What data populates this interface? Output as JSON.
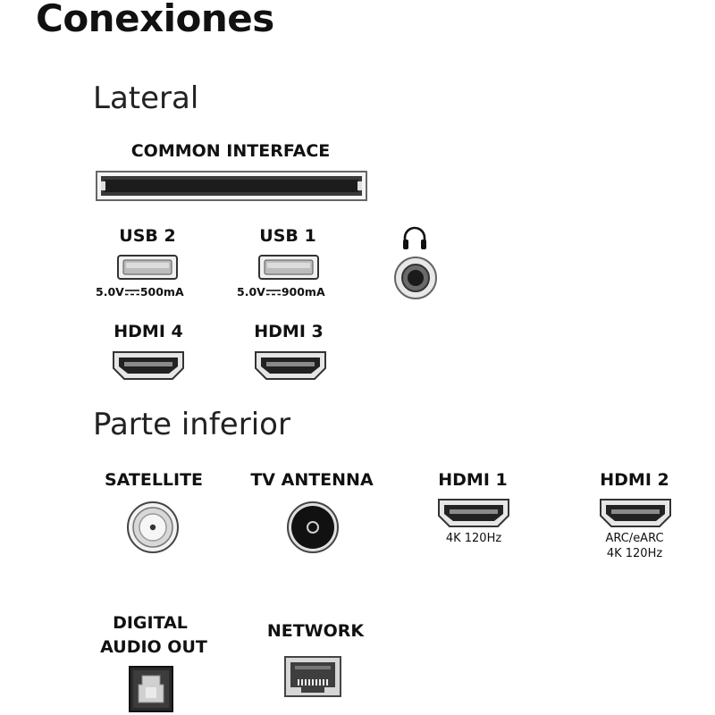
{
  "title": "Conexiones",
  "sections": {
    "lateral": "Lateral",
    "bottom": "Parte inferior"
  },
  "ports": {
    "common_interface": "COMMON INTERFACE",
    "usb2": {
      "label": "USB 2",
      "rating_prefix": "5.0V",
      "rating_suffix": "500mA"
    },
    "usb1": {
      "label": "USB 1",
      "rating_prefix": "5.0V",
      "rating_suffix": "900mA"
    },
    "hdmi4": "HDMI 4",
    "hdmi3": "HDMI 3",
    "satellite": "SATELLITE",
    "tv_antenna": "TV ANTENNA",
    "hdmi1": {
      "label": "HDMI 1",
      "note": "4K 120Hz"
    },
    "hdmi2": {
      "label": "HDMI 2",
      "note_line1": "ARC/eARC",
      "note_line2": "4K 120Hz"
    },
    "digital_audio_out": {
      "line1": "DIGITAL",
      "line2": "AUDIO OUT"
    },
    "network": "NETWORK"
  },
  "icons": {
    "headphone": "headphone-icon",
    "usb": "usb-port-icon",
    "hdmi": "hdmi-port-icon",
    "coax_satellite": "satellite-coax-icon",
    "coax_antenna": "antenna-coax-icon",
    "optical": "optical-port-icon",
    "ethernet": "ethernet-port-icon",
    "ci_slot": "ci-slot-icon",
    "jack": "audio-jack-icon"
  }
}
